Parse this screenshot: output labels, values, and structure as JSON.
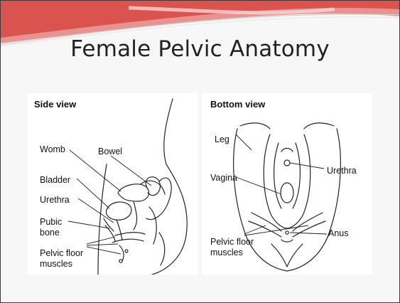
{
  "slide": {
    "title": "Female Pelvic Anatomy"
  },
  "side_view": {
    "heading": "Side view",
    "labels": {
      "womb": "Womb",
      "bowel": "Bowel",
      "bladder": "Bladder",
      "urethra": "Urethra",
      "pubic_bone_1": "Pubic",
      "pubic_bone_2": "bone",
      "pelvic_floor_1": "Pelvic floor",
      "pelvic_floor_2": "muscles"
    }
  },
  "bottom_view": {
    "heading": "Bottom view",
    "labels": {
      "leg": "Leg",
      "urethra": "Urethra",
      "vagina": "Vagina",
      "anus": "Anus",
      "pelvic_floor_1": "Pelvic floor",
      "pelvic_floor_2": "muscles"
    }
  },
  "colors": {
    "banner_red": "#d9534f",
    "banner_pink": "#f2b8b5",
    "line_art": "#222222"
  }
}
